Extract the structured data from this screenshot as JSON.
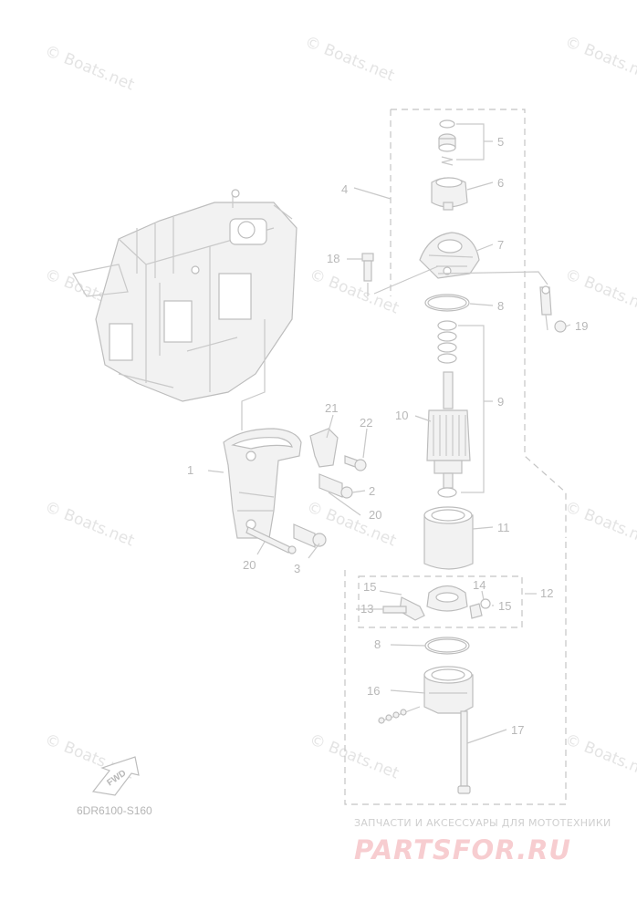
{
  "watermark_text": "© Boats.net",
  "diagram_code": "6DR6100-S160",
  "fwd_label": "FWD",
  "brand": {
    "tagline": "ЗАПЧАСТИ И АКСЕССУАРЫ ДЛЯ МОТОТЕХНИКИ",
    "name": "PARTSFOR.RU"
  },
  "callouts": {
    "c1": "1",
    "c2": "2",
    "c3": "3",
    "c4": "4",
    "c5": "5",
    "c6": "6",
    "c7": "7",
    "c8a": "8",
    "c8b": "8",
    "c9": "9",
    "c10": "10",
    "c11": "11",
    "c12": "12",
    "c13": "13",
    "c14": "14",
    "c15a": "15",
    "c15b": "15",
    "c16": "16",
    "c17": "17",
    "c18": "18",
    "c19": "19",
    "c20a": "20",
    "c20b": "20",
    "c21": "21",
    "c22": "22"
  },
  "colors": {
    "line": "#c9c9c9",
    "label": "#b8b8b8",
    "watermark": "#e4e4e4",
    "brand": "#f7cdd0"
  }
}
